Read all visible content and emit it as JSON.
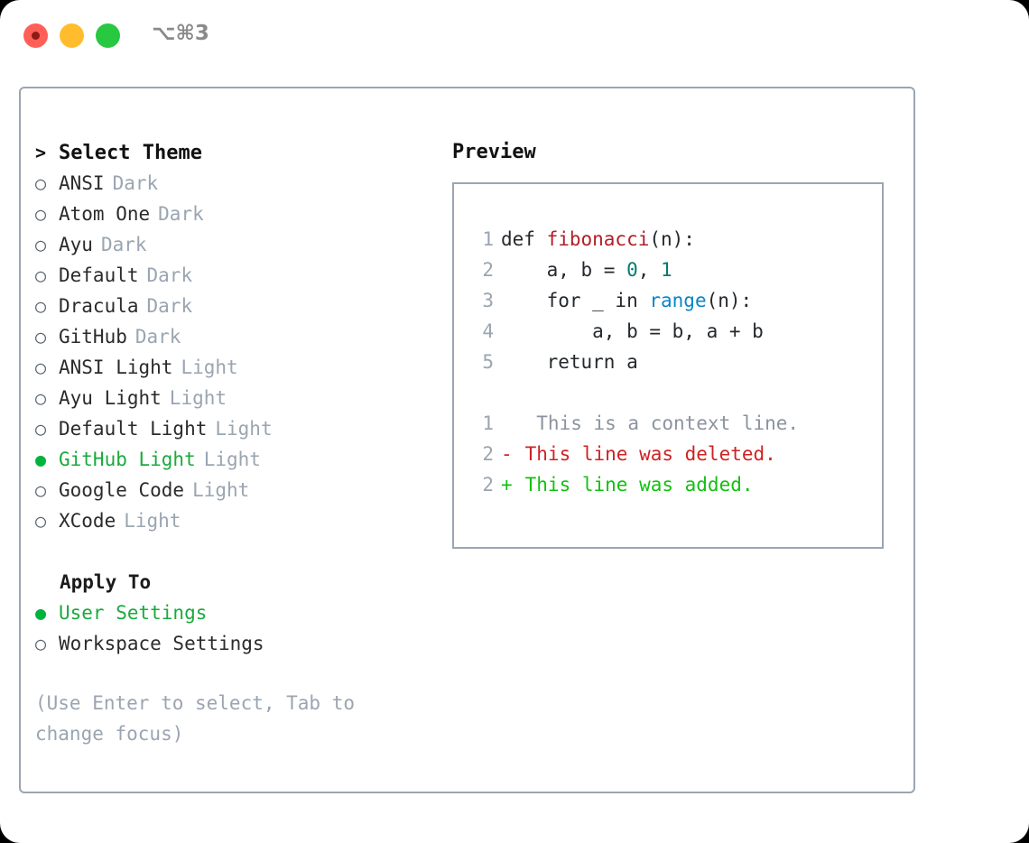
{
  "window": {
    "title": "⌥⌘3",
    "traffic_lights": [
      "close",
      "minimize",
      "zoom"
    ],
    "accent_green": "#1aaa3c",
    "border_color": "#9aa5b1",
    "muted_color": "#9aa5b1"
  },
  "theme_list": {
    "header_marker": ">",
    "header_label": "Select Theme",
    "unselected_marker": "○",
    "selected_marker": "●",
    "items": [
      {
        "name": "ANSI",
        "variant": "Dark",
        "selected": false
      },
      {
        "name": "Atom One",
        "variant": "Dark",
        "selected": false
      },
      {
        "name": "Ayu",
        "variant": "Dark",
        "selected": false
      },
      {
        "name": "Default",
        "variant": "Dark",
        "selected": false
      },
      {
        "name": "Dracula",
        "variant": "Dark",
        "selected": false
      },
      {
        "name": "GitHub",
        "variant": "Dark",
        "selected": false
      },
      {
        "name": "ANSI Light",
        "variant": "Light",
        "selected": false
      },
      {
        "name": "Ayu Light",
        "variant": "Light",
        "selected": false
      },
      {
        "name": "Default Light",
        "variant": "Light",
        "selected": false
      },
      {
        "name": "GitHub Light",
        "variant": "Light",
        "selected": true
      },
      {
        "name": "Google Code",
        "variant": "Light",
        "selected": false
      },
      {
        "name": "XCode",
        "variant": "Light",
        "selected": false
      }
    ]
  },
  "apply_to": {
    "header_label": "Apply To",
    "items": [
      {
        "name": "User Settings",
        "selected": true
      },
      {
        "name": "Workspace Settings",
        "selected": false
      }
    ]
  },
  "hint": "(Use Enter to select, Tab to change focus)",
  "preview": {
    "title": "Preview",
    "code_lines": [
      {
        "no": "1",
        "tokens": [
          {
            "t": "def ",
            "c": "kw"
          },
          {
            "t": "fibonacci",
            "c": "fn"
          },
          {
            "t": "(n):",
            "c": "kw"
          }
        ]
      },
      {
        "no": "2",
        "tokens": [
          {
            "t": "    a, b = ",
            "c": "kw"
          },
          {
            "t": "0",
            "c": "num"
          },
          {
            "t": ", ",
            "c": "kw"
          },
          {
            "t": "1",
            "c": "num"
          }
        ]
      },
      {
        "no": "3",
        "tokens": [
          {
            "t": "    for _ in ",
            "c": "kw"
          },
          {
            "t": "range",
            "c": "bi"
          },
          {
            "t": "(n):",
            "c": "kw"
          }
        ]
      },
      {
        "no": "4",
        "tokens": [
          {
            "t": "        a, b = b, a + b",
            "c": "kw"
          }
        ]
      },
      {
        "no": "5",
        "tokens": [
          {
            "t": "    return a",
            "c": "kw"
          }
        ]
      }
    ],
    "diff_lines": [
      {
        "no": "1",
        "sign": " ",
        "text": "  This is a context line.",
        "kind": "diff-ctx"
      },
      {
        "no": "2",
        "sign": "-",
        "text": " This line was deleted.",
        "kind": "diff-del"
      },
      {
        "no": "2",
        "sign": "+",
        "text": " This line was added.",
        "kind": "diff-add"
      }
    ]
  }
}
